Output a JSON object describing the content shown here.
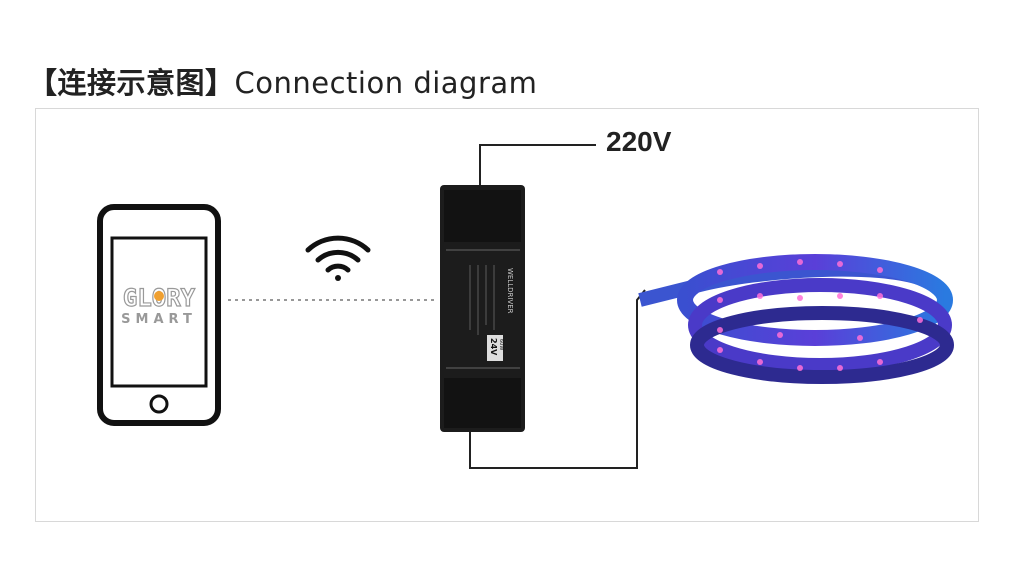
{
  "title": {
    "chinese": "【连接示意图】",
    "english": "Connection  diagram"
  },
  "voltage_label": "220V",
  "phone": {
    "logo_line1": "GLORY",
    "logo_line2": "SMART"
  },
  "controller": {
    "brand": "WELLDRIVER",
    "voltage": "24V",
    "power": "60W"
  },
  "colors": {
    "outline": "#111111",
    "frame": "#d8d8d8",
    "device": "#1c1c1c",
    "bulb": "#f0a030"
  }
}
